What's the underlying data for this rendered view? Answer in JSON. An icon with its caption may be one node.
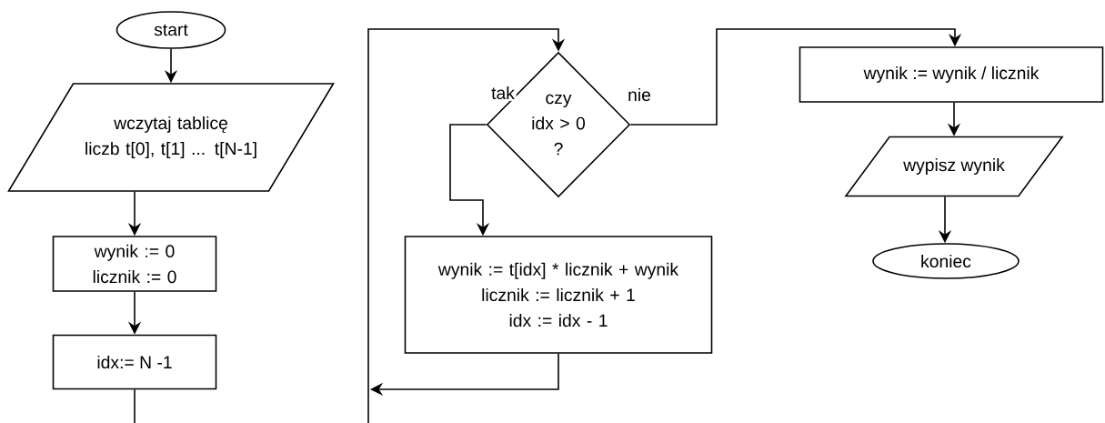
{
  "diagram": {
    "nodes": [
      {
        "text": [
          "start"
        ]
      },
      {
        "text": [
          "wczytaj tablicę liczb t[0], t[1] ... t[N-1]"
        ]
      },
      {
        "text": [
          "wynik := 0 licznik := 0"
        ]
      },
      {
        "text": [
          "idx:= N -1"
        ]
      },
      {
        "text": [
          "czy idx > 0 ?"
        ]
      },
      {
        "text": [
          "wynik := t[idx] * licznik + wynik licznik := licznik + 1 idx := idx - 1"
        ]
      },
      {
        "text": [
          "wynik := wynik / licznik"
        ]
      },
      {
        "text": [
          "wypisz wynik"
        ]
      },
      {
        "text": [
          "koniec"
        ]
      }
    ],
    "edges": [
      {
        "from": 0,
        "to": 1,
        "arrow": "to"
      },
      {
        "from": 1,
        "to": 2,
        "arrow": "to"
      },
      {
        "from": 2,
        "to": 3,
        "arrow": "to"
      },
      {
        "from": 3,
        "to": null,
        "arrow": "none"
      },
      {
        "from": null,
        "to": 4,
        "arrow": "to"
      },
      {
        "from": 4,
        "to": 5,
        "label": "tak",
        "arrow": "to"
      },
      {
        "from": 4,
        "to": 6,
        "label": "nie",
        "arrow": "to"
      },
      {
        "from": 6,
        "to": 7,
        "arrow": "to"
      },
      {
        "from": 7,
        "to": 8,
        "arrow": "to"
      },
      {
        "from": 5,
        "to": null,
        "arrow": "to"
      }
    ]
  }
}
